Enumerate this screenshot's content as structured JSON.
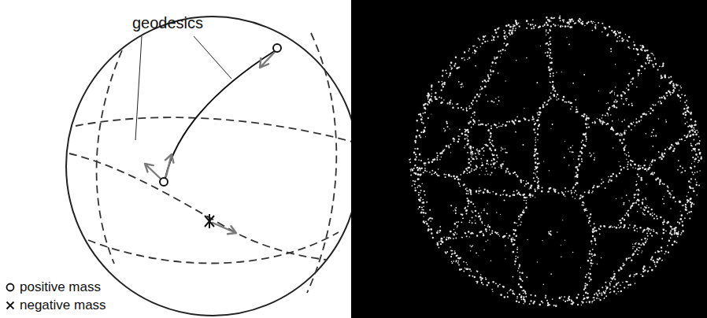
{
  "diagram": {
    "labels": [
      "geodesics"
    ],
    "legend": [
      {
        "text": "positive mass"
      },
      {
        "text": "negative mass"
      }
    ]
  }
}
